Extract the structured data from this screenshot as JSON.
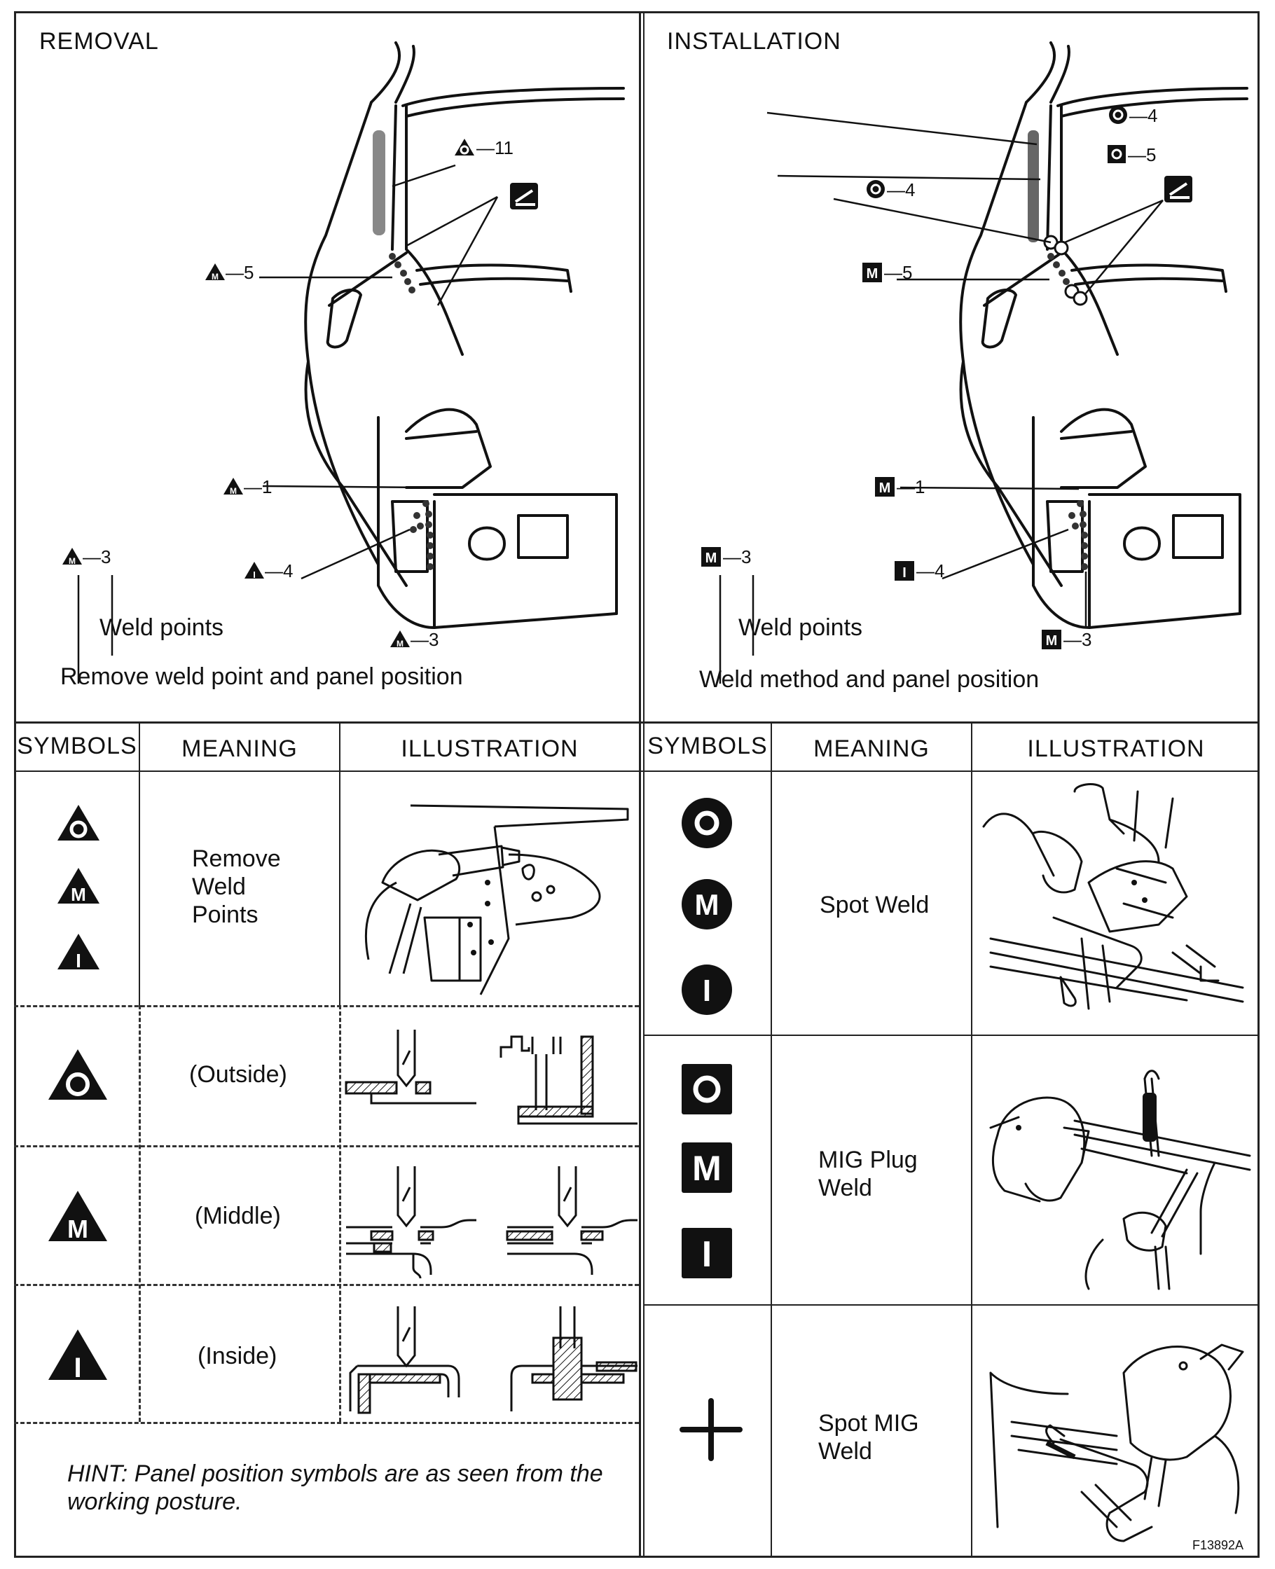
{
  "removal": {
    "title": "REMOVAL",
    "callouts": {
      "top_right": "11",
      "left_5": "5",
      "mid_1": "1",
      "low_4": "4",
      "bottom_3": "3",
      "legend_3": "3"
    },
    "weld_points_label": "Weld points",
    "legend_label": "Remove weld point and panel position"
  },
  "installation": {
    "title": "INSTALLATION",
    "callouts": {
      "top_4": "4",
      "sq_5": "5",
      "left_4": "4",
      "m_5": "5",
      "m_1": "1",
      "i_4": "4",
      "m_3": "3",
      "legend_3": "3"
    },
    "weld_points_label": "Weld points",
    "legend_label": "Weld method and panel position"
  },
  "left_table": {
    "headers": [
      "SYMBOLS",
      "MEANING",
      "ILLUSTRATION"
    ],
    "rows": [
      {
        "meaning_lines": [
          "Remove",
          "Weld",
          "Points"
        ],
        "symbols": [
          "triangle-o-icon",
          "triangle-m-icon",
          "triangle-i-icon"
        ]
      },
      {
        "meaning": "(Outside)",
        "symbols": [
          "triangle-o-icon"
        ]
      },
      {
        "meaning": "(Middle)",
        "symbols": [
          "triangle-m-icon"
        ]
      },
      {
        "meaning": "(Inside)",
        "symbols": [
          "triangle-i-icon"
        ]
      }
    ],
    "hint": "HINT: Panel position symbols are as seen from the working posture."
  },
  "right_table": {
    "headers": [
      "SYMBOLS",
      "MEANING",
      "ILLUSTRATION"
    ],
    "rows": [
      {
        "meaning": "Spot Weld",
        "symbols": [
          "circle-o-icon",
          "circle-m-icon",
          "circle-i-icon"
        ]
      },
      {
        "meaning_lines": [
          "MIG Plug",
          "Weld"
        ],
        "symbols": [
          "square-o-icon",
          "square-m-icon",
          "square-i-icon"
        ]
      },
      {
        "meaning_lines": [
          "Spot MIG",
          "Weld"
        ],
        "symbols": [
          "plus-icon"
        ]
      }
    ]
  },
  "figure_id": "F13892A"
}
